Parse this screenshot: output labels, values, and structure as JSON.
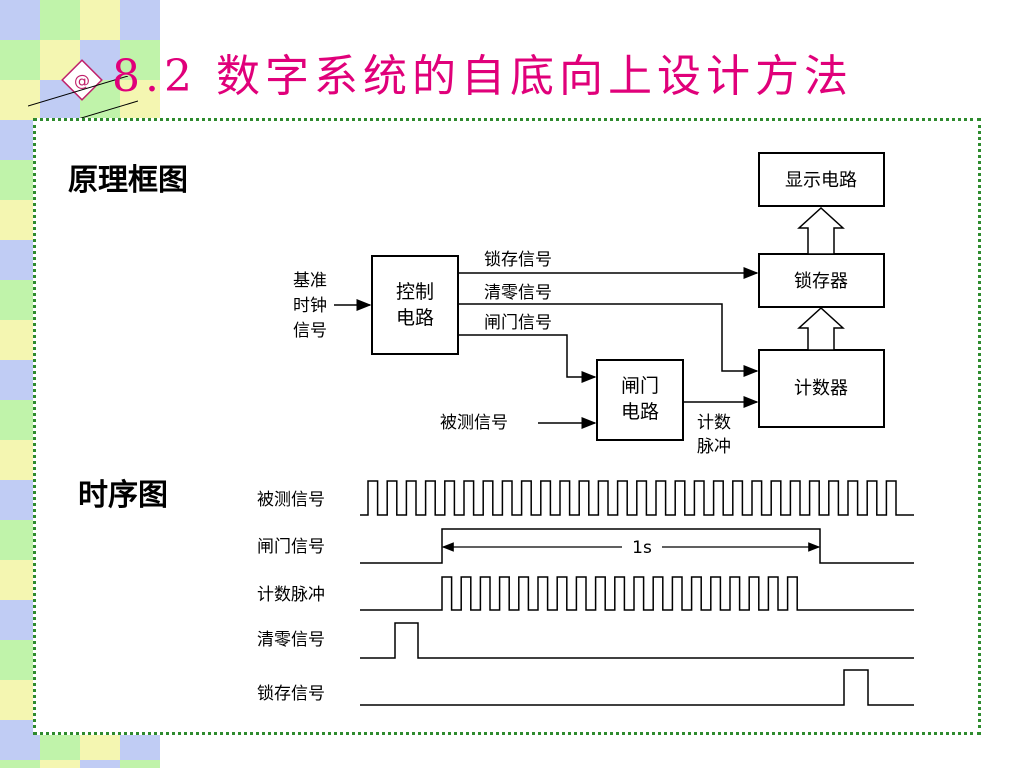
{
  "slide": {
    "logo_symbol": "@",
    "title": "8.2   数字系统的自底向上设计方法",
    "section_block": "原理框图",
    "section_timing": "时序图"
  },
  "block_diagram": {
    "boxes": {
      "control_line1": "控制",
      "control_line2": "电路",
      "gate_line1": "闸门",
      "gate_line2": "电路",
      "display": "显示电路",
      "latch": "锁存器",
      "counter": "计数器"
    },
    "inputs": {
      "clock_line1": "基准",
      "clock_line2": "时钟",
      "clock_line3": "信号",
      "measured": "被测信号"
    },
    "signals": {
      "latch_signal": "锁存信号",
      "clear_signal": "清零信号",
      "gate_signal": "闸门信号",
      "count_pulse_line1": "计数",
      "count_pulse_line2": "脉冲"
    }
  },
  "timing_diagram": {
    "rows": [
      {
        "label": "被测信号"
      },
      {
        "label": "闸门信号"
      },
      {
        "label": "计数脉冲"
      },
      {
        "label": "清零信号"
      },
      {
        "label": "锁存信号"
      }
    ],
    "gate_duration": "1s"
  },
  "colors": {
    "title": "#e0007a",
    "frame_border": "#2e8b2e",
    "strip_blue": "#b9c7f3",
    "strip_green": "#b9f2a1",
    "strip_yellow": "#f3f5a8"
  }
}
